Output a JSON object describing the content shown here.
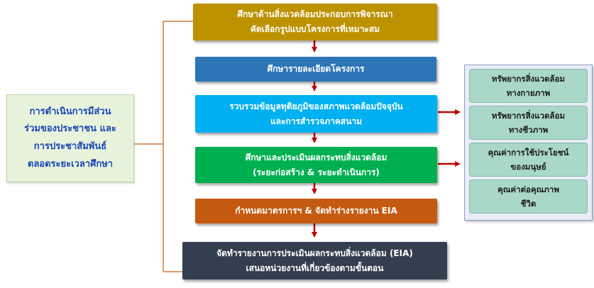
{
  "left": {
    "lines": [
      "การดำเนินการมีส่วน",
      "ร่วมของประชาชน และ",
      "การประชาสัมพันธ์",
      "ตลอดระยะเวลาศึกษา"
    ]
  },
  "steps": [
    {
      "lines": [
        "ศึกษาด้านสิ่งแวดล้อมประกอบการพิจารณา",
        "คัดเลือกรูปแบบโครงการที่เหมาะสม"
      ],
      "color": "#bd9200"
    },
    {
      "lines": [
        "ศึกษารายละเอียดโครงการ"
      ],
      "color": "#2e75b6"
    },
    {
      "lines": [
        "รวบรวมข้อมูลทุติยภูมิของสภาพแวดล้อมปัจจุบัน",
        "และการสำรวจภาคสนาม"
      ],
      "color": "#00b0f0"
    },
    {
      "lines": [
        "ศึกษาและประเมินผลกระทบสิ่งแวดล้อม",
        "(ระยะก่อสร้าง & ระยะดำเนินการ)"
      ],
      "color": "#00b050"
    },
    {
      "lines": [
        "กำหนดมาตรการฯ & จัดทำร่างรายงาน EIA"
      ],
      "color": "#c55a11"
    },
    {
      "lines": [
        "จัดทำรายงานการประเมินผลกระทบสิ่งแวดล้อม (EIA)",
        "เสนอหน่วยงานที่เกี่ยวข้องตามขั้นตอน"
      ],
      "color": "#333f50"
    }
  ],
  "resources": [
    {
      "lines": [
        "ทรัพยากรสิ่งแวดล้อม",
        "ทางกายภาพ"
      ]
    },
    {
      "lines": [
        "ทรัพยากรสิ่งแวดล้อม",
        "ทางชีวภาพ"
      ]
    },
    {
      "lines": [
        "คุณค่าการใช้ประโยชน์",
        "ของมนุษย์"
      ]
    },
    {
      "lines": [
        "คุณค่าต่อคุณภาพ",
        "ชีวิต"
      ]
    }
  ],
  "colors": {
    "arrow": "#c00000",
    "bracket": "#d9773b"
  }
}
